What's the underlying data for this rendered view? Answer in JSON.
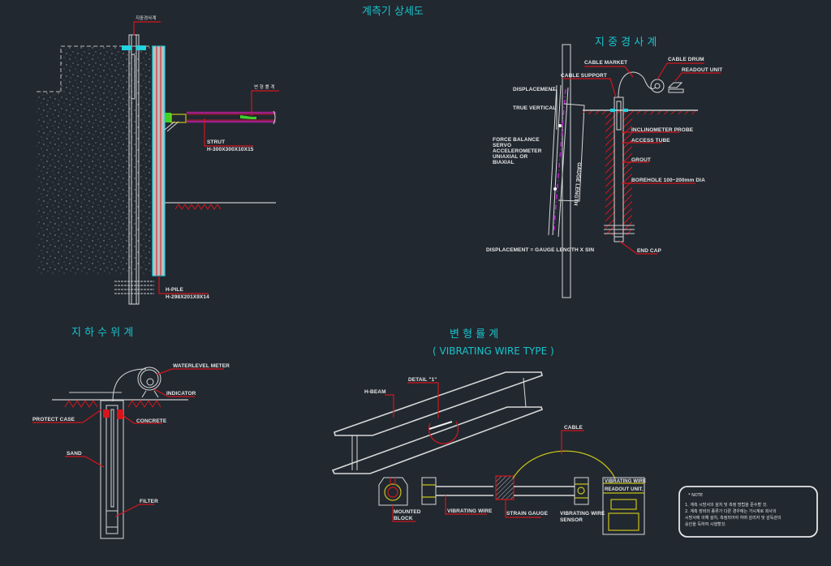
{
  "page_title": "계측기 상세도",
  "colors": {
    "background": "#212830",
    "title": "#19c3cc",
    "leader": "#d4161c",
    "line": "#d8d8d8",
    "highlight": "#c9c21a",
    "strut": "#a01e8c",
    "accent_green": "#3cd22a"
  },
  "wall_section": {
    "labels": {
      "top_instrument": "지중경사계",
      "load_cell": "변 형 률 계",
      "strut": "STRUT",
      "strut_spec": "H-300X300X10X15",
      "hpile": "H-PILE",
      "hpile_spec": "H-298X201X9X14"
    }
  },
  "inclinometer": {
    "title": "지 중 경 사 계",
    "labels": {
      "cable_market": "CABLE MARKET",
      "cable_drum": "CABLE DRUM",
      "readout_unit": "READOUT UNIT",
      "cable_support": "CABLE SUPPORT",
      "displacement": "DISPLACEMENT",
      "true_vertical": "TRUE VERTICAL",
      "force_balance": [
        "FORCE BALANCE",
        "SERVO",
        "ACCELEROMETER",
        "UNIAXIAL OR",
        "BIAXIAL"
      ],
      "gauge_length": "GAUGE LENGTH",
      "inclinometer_probe": "INCLINOMETER PROBE",
      "access_tube": "ACCESS TUBE",
      "grout": "GROUT",
      "borehole": "BOREHOLE 100~200mm DIA",
      "formula": "DISPLACEMENT = GAUGE LENGTH X SIN",
      "end_cap": "END CAP"
    }
  },
  "water_level": {
    "title": "지 하 수 위 계",
    "labels": {
      "meter": "WATERLEVEL METER",
      "indicator": "INDICATOR",
      "protect_case": "PROTECT CASE",
      "concrete": "CONCRETE",
      "sand": "SAND",
      "filter": "FILTER"
    }
  },
  "strain_gauge": {
    "title": "변 형 률 계",
    "subtitle": "( VIBRATING WIRE TYPE )",
    "labels": {
      "hbeam": "H-BEAM",
      "detail": "DETAIL \"1\"",
      "cable": "CABLE",
      "mounted_block": [
        "MOUNTED",
        "BLOCK"
      ],
      "vibrating_wire": "VIBRATING WIRE",
      "strain_gauge": "STRAIN GAUGE",
      "vw_sensor": [
        "VIBRATING WIRE",
        "SENSOR"
      ],
      "readout": [
        "VIBRATING WIRE",
        "READOUT UNIT."
      ]
    }
  },
  "note": {
    "heading": "* NOTE",
    "lines": [
      "1. 계측 시방서의 설치 및 측정 방법을 준수할 것.",
      "2. 계측 장비의 종류가 다른 경우에는 가시계로  회사의",
      "시방서에 의해 설치, 측정되어야 하며 감리자 및 감독관의",
      "승인을 득하여 시행할것."
    ]
  }
}
